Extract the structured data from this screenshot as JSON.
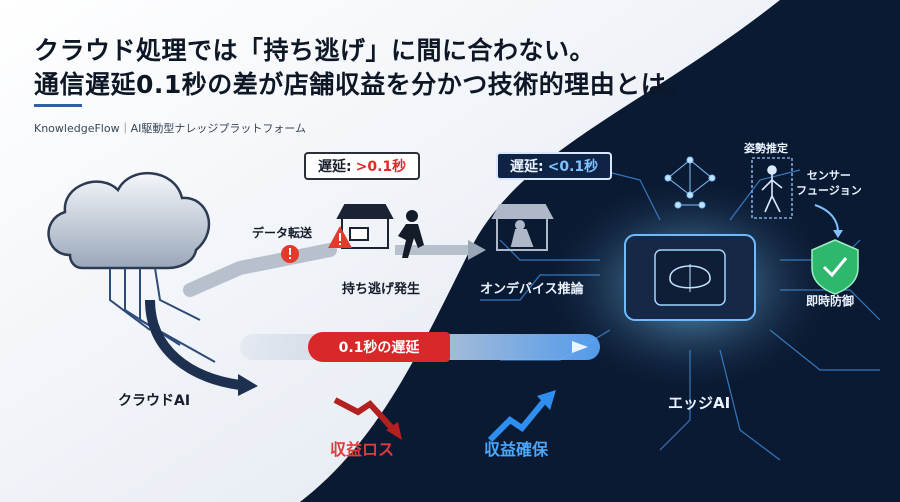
{
  "title": {
    "line1": "クラウド処理では「持ち逃げ」に間に合わない。",
    "line2": "通信遅延0.1秒の差が店舗収益を分かつ技術的理由とは。"
  },
  "brand": "KnowledgeFlow｜AI駆動型ナレッジプラットフォーム",
  "cloud_side": {
    "data_transfer_label": "データ転送",
    "delay_bubble_prefix": "遅延: ",
    "delay_bubble_value": ">0.1秒",
    "event_label": "持ち逃げ発生",
    "node_label": "クラウドAI",
    "delay_bar_label": "0.1秒の遅延",
    "outcome_label": "収益ロス"
  },
  "edge_side": {
    "delay_bubble_prefix": "遅延: ",
    "delay_bubble_value": "<0.1秒",
    "inference_label": "オンデバイス推論",
    "pose_label": "姿勢推定",
    "sensor_label_line1": "センサー",
    "sensor_label_line2": "フュージョン",
    "defense_label": "即時防御",
    "node_label": "エッジAI",
    "outcome_label": "収益確保"
  },
  "colors": {
    "dark_bg": "#0b1a33",
    "alert_red": "#d8282a",
    "accent_blue": "#4aa8ff",
    "shield_green": "#2fd07a"
  }
}
